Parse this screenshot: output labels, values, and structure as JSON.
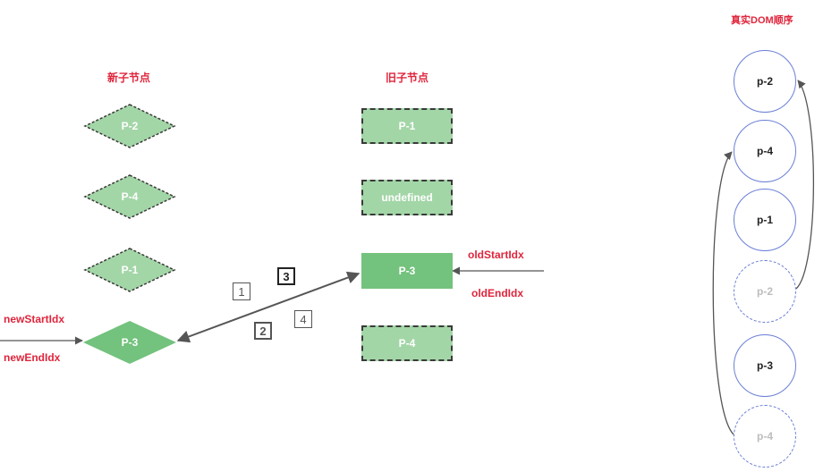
{
  "headings": {
    "new_children": "新子节点",
    "old_children": "旧子节点",
    "real_dom_order": "真实DOM顺序"
  },
  "new_children": [
    {
      "label": "P-2",
      "state": "dashed"
    },
    {
      "label": "P-4",
      "state": "dashed"
    },
    {
      "label": "P-1",
      "state": "dashed"
    },
    {
      "label": "P-3",
      "state": "solid"
    }
  ],
  "old_children": [
    {
      "label": "P-1",
      "state": "dashed"
    },
    {
      "label": "undefined",
      "state": "dashed"
    },
    {
      "label": "P-3",
      "state": "solid"
    },
    {
      "label": "P-4",
      "state": "dashed"
    }
  ],
  "real_dom_order": [
    {
      "label": "p-2",
      "state": "solid"
    },
    {
      "label": "p-4",
      "state": "solid"
    },
    {
      "label": "p-1",
      "state": "solid"
    },
    {
      "label": "p-2",
      "state": "dashed"
    },
    {
      "label": "p-3",
      "state": "solid"
    },
    {
      "label": "p-4",
      "state": "dashed"
    }
  ],
  "pointers": {
    "new_start": "newStartIdx",
    "new_end": "newEndIdx",
    "old_start": "oldStartIdx",
    "old_end": "oldEndIdx"
  },
  "steps": [
    "1",
    "2",
    "3",
    "4"
  ],
  "colors": {
    "red_text": "#e0253c",
    "green_solid": "#73c27d",
    "green_light": "#a3d6a7",
    "circle_border": "#6a7fd6",
    "arrow": "#555555"
  }
}
